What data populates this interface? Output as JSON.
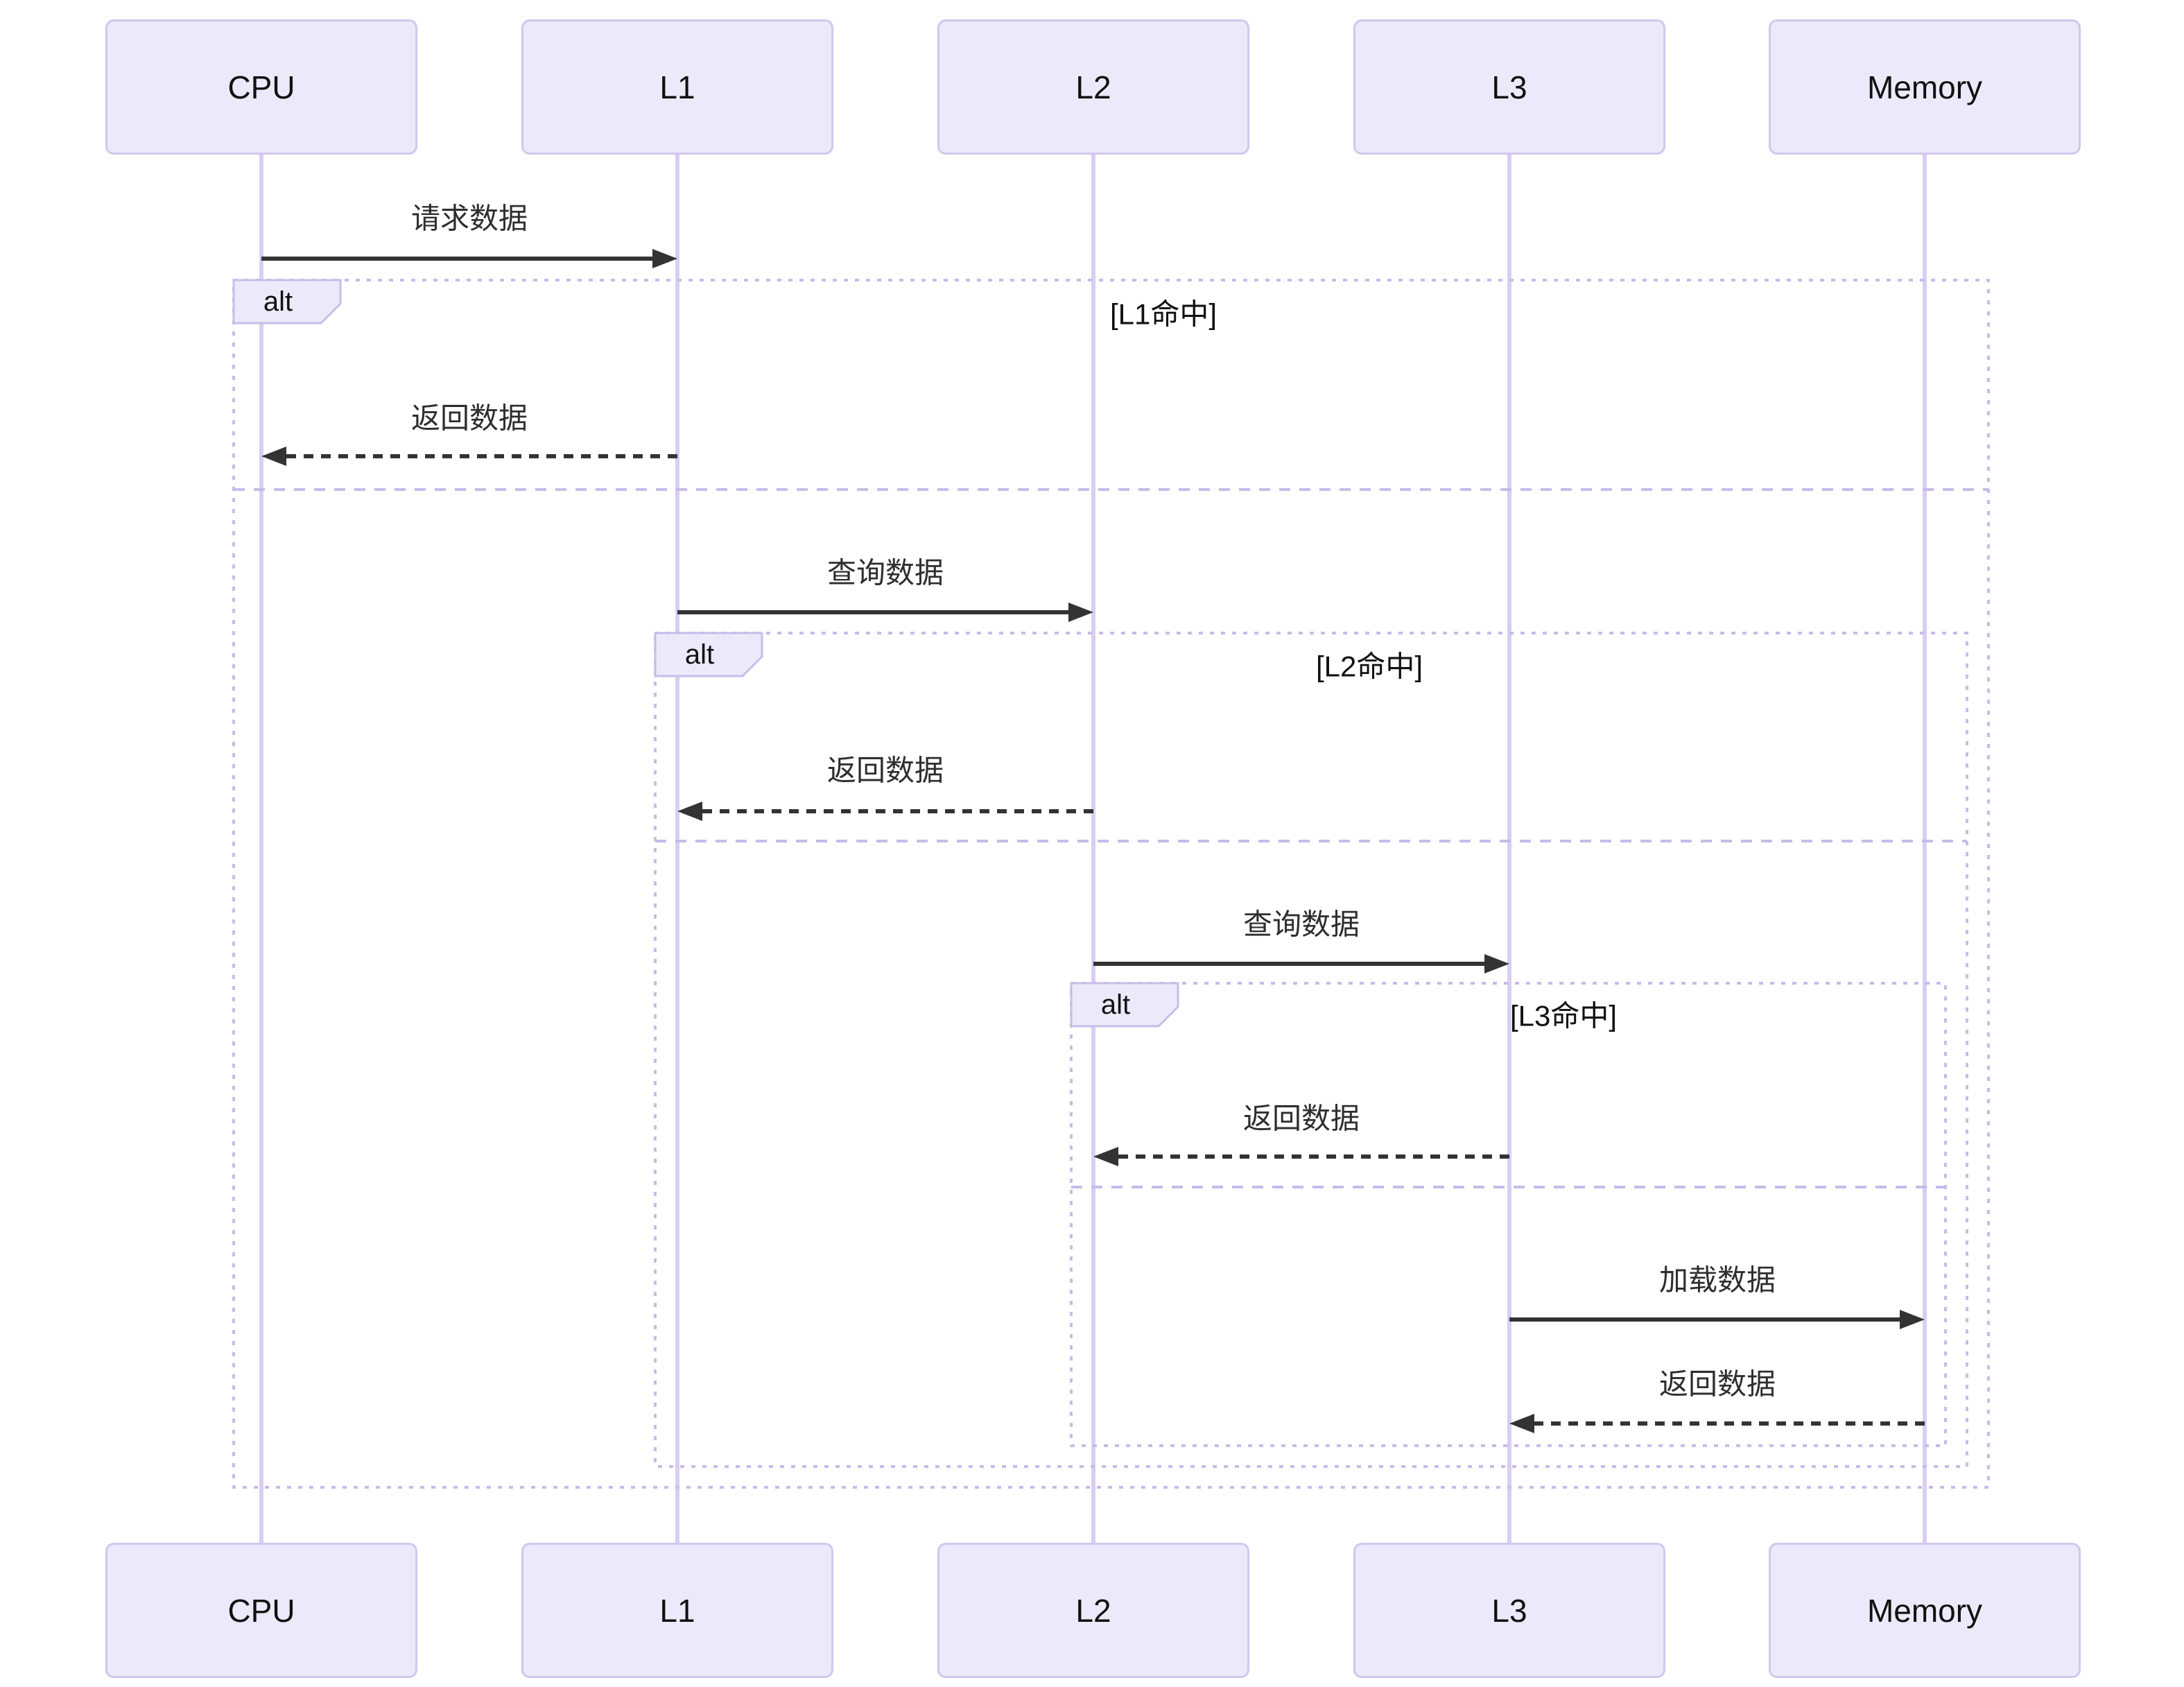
{
  "diagram": {
    "type": "sequence-diagram",
    "participants": [
      {
        "name": "CPU"
      },
      {
        "name": "L1"
      },
      {
        "name": "L2"
      },
      {
        "name": "L3"
      },
      {
        "name": "Memory"
      }
    ],
    "messages": [
      {
        "from": "CPU",
        "to": "L1",
        "text": "请求数据",
        "line": "solid"
      },
      {
        "from": "L1",
        "to": "CPU",
        "text": "返回数据",
        "line": "dashed"
      },
      {
        "from": "L1",
        "to": "L2",
        "text": "查询数据",
        "line": "solid"
      },
      {
        "from": "L2",
        "to": "L1",
        "text": "返回数据",
        "line": "dashed"
      },
      {
        "from": "L2",
        "to": "L3",
        "text": "查询数据",
        "line": "solid"
      },
      {
        "from": "L3",
        "to": "L2",
        "text": "返回数据",
        "line": "dashed"
      },
      {
        "from": "L3",
        "to": "Memory",
        "text": "加载数据",
        "line": "solid"
      },
      {
        "from": "Memory",
        "to": "L3",
        "text": "返回数据",
        "line": "dashed"
      }
    ],
    "fragments": [
      {
        "label": "alt",
        "condition": "[L1命中]"
      },
      {
        "label": "alt",
        "condition": "[L2命中]"
      },
      {
        "label": "alt",
        "condition": "[L3命中]"
      }
    ],
    "colors": {
      "actor_fill": "#eceafa",
      "actor_border": "#d3c6ee",
      "lifeline": "#d8cef2",
      "fragment_border": "#c8bbe9",
      "arrow": "#333333",
      "text": "#111111"
    }
  }
}
